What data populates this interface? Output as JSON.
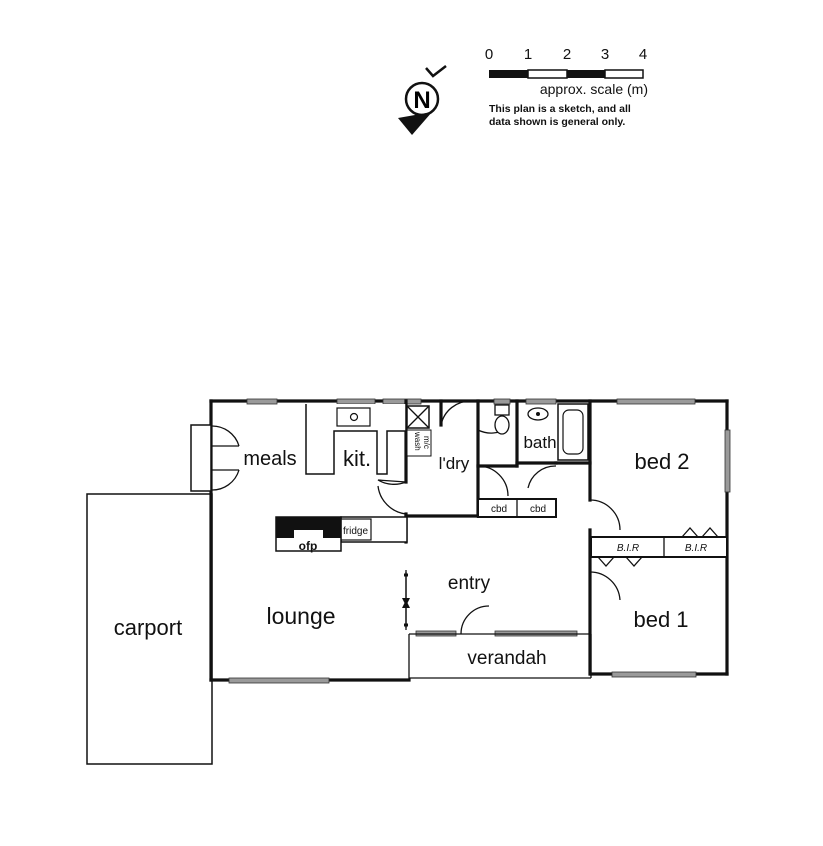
{
  "scale": {
    "ticks": [
      "0",
      "1",
      "2",
      "3",
      "4"
    ],
    "caption": "approx. scale (m)",
    "note_line1": "This plan is a sketch, and all",
    "note_line2": "data shown is general only."
  },
  "compass": {
    "letter": "N"
  },
  "rooms": {
    "meals": "meals",
    "kitchen": "kit.",
    "laundry": "l'dry",
    "bath": "bath",
    "bed2": "bed 2",
    "bed1": "bed 1",
    "lounge": "lounge",
    "entry": "entry",
    "verandah": "verandah",
    "carport": "carport"
  },
  "fixtures": {
    "cbd_left": "cbd",
    "cbd_right": "cbd",
    "bir_left": "B.I.R",
    "bir_right": "B.I.R",
    "fridge": "fridge",
    "ofp": "ofp",
    "wash": "wash",
    "mc": "m/c"
  }
}
